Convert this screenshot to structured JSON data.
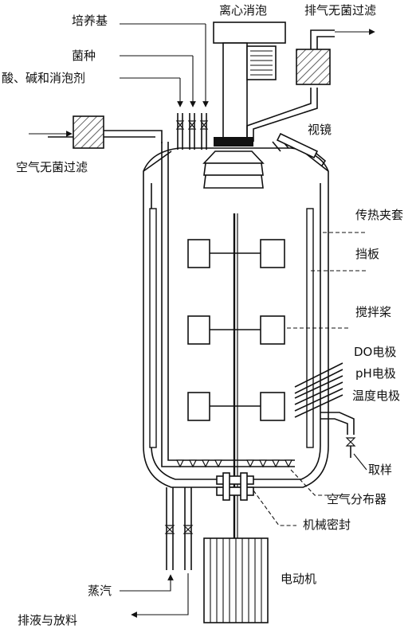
{
  "labels": {
    "culture_medium": "培养基",
    "inoculum": "菌种",
    "acid_base_antifoam": "酸、碱和消泡剂",
    "centrifugal_defoamer": "离心消泡",
    "exhaust_filter": "排气无菌过滤",
    "sight_glass": "视镜",
    "air_filter": "空气无菌过滤",
    "jacket": "传热夹套",
    "baffle": "挡板",
    "impeller": "搅拌桨",
    "do_electrode": "DO电极",
    "ph_electrode": "pH电极",
    "temp_electrode": "温度电极",
    "sampling": "取样",
    "air_sparger": "空气分布器",
    "mech_seal": "机械密封",
    "steam": "蒸汽",
    "motor": "电动机",
    "discharge": "排液与放料"
  }
}
